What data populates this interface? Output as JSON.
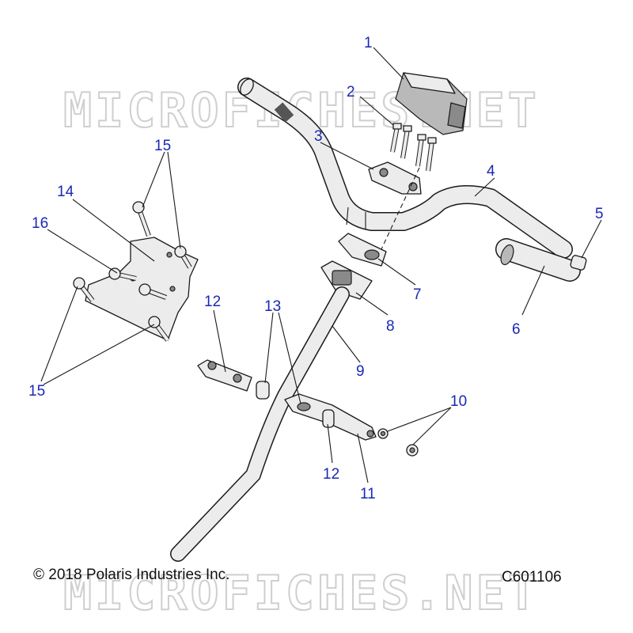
{
  "watermark": "MICROFICHES.NET",
  "callouts": [
    "1",
    "2",
    "3",
    "4",
    "5",
    "6",
    "7",
    "8",
    "9",
    "10",
    "11",
    "12",
    "13",
    "14",
    "15",
    "16"
  ],
  "footer": {
    "copyright": "© 2018 Polaris Industries Inc.",
    "figure_id": "C601106"
  },
  "colors": {
    "callout": "#1a28b4",
    "line": "#1a1a1a",
    "watermark": "#cfcfcf"
  }
}
